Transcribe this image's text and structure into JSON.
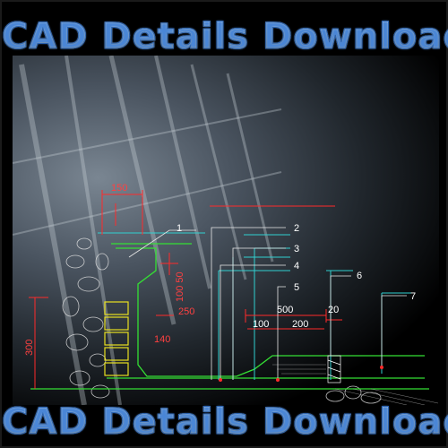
{
  "banner": {
    "top_title": "CAD Details Download",
    "bottom_title": "CAD Details Download"
  },
  "drawing": {
    "dimensions": {
      "d150": "150",
      "d100_50": "100 50",
      "d250": "250",
      "d140": "140",
      "d500": "500",
      "d100": "100",
      "d200": "200",
      "d20": "20",
      "d300": "300"
    },
    "callouts": [
      "1",
      "2",
      "3",
      "4",
      "5",
      "6",
      "7"
    ]
  },
  "colors": {
    "dim_red": "#ff2a2a",
    "leader_white": "#e8e8e8",
    "layer_green": "#34e034",
    "layer_cyan": "#30d0d0",
    "layer_yellow": "#e8e020",
    "title_fill": "#ffe9a8",
    "title_stroke": "#2a62b0"
  }
}
